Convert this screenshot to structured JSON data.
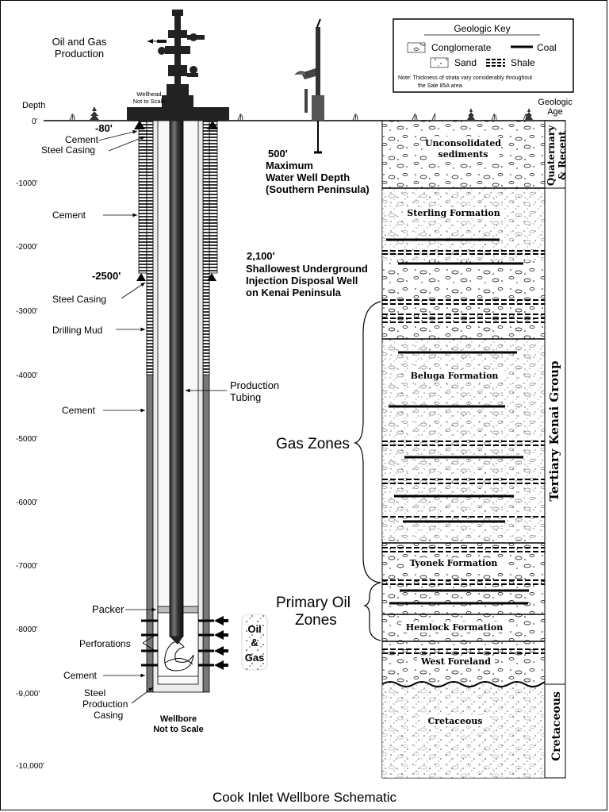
{
  "title": "Cook Inlet Wellbore Schematic",
  "key": {
    "title": "Geologic Key",
    "items": [
      "Conglomerate",
      "Coal",
      "Sand",
      "Shale"
    ],
    "note_line1": "Note:  Thickness of strata vary considerably throughout",
    "note_line2": "the Sale 85A area."
  },
  "depth_axis": {
    "title": "Depth",
    "ticks": [
      "0'",
      "-1000'",
      "-2000'",
      "-3000'",
      "-4000'",
      "-5000'",
      "-6000'",
      "-7000'",
      "-8000'",
      "-9,000'",
      "-10,000'"
    ]
  },
  "geologic_age": {
    "title_line1": "Geologic",
    "title_line2": "Age",
    "quaternary": "Quaternary",
    "recent": "& Recent",
    "tertiary": "Tertiary Kenai Group",
    "cretaceous": "Cretaceous"
  },
  "formations": [
    "Unconsolidated",
    "sediments",
    "Sterling Formation",
    "Beluga Formation",
    "Tyonek Formation",
    "Hemlock Formation",
    "West Foreland",
    "Cretaceous"
  ],
  "well_labels": {
    "production_line1": "Oil and Gas",
    "production_line2": "Production",
    "wellhead_line1": "Wellhead",
    "wellhead_line2": "Not to Scale",
    "depth_80": "-80'",
    "cement1": "Cement",
    "steel_casing1": "Steel Casing",
    "cement2": "Cement",
    "depth_2500": "-2500'",
    "steel_casing2": "Steel Casing",
    "drilling_mud": "Drilling Mud",
    "production_tubing_line1": "Production",
    "production_tubing_line2": "Tubing",
    "cement3": "Cement",
    "packer": "Packer",
    "perforations": "Perforations",
    "cement4": "Cement",
    "steel_prod_line1": "Steel",
    "steel_prod_line2": "Production",
    "steel_prod_line3": "Casing",
    "wellbore_line1": "Wellbore",
    "wellbore_line2": "Not to Scale",
    "oil": "Oil",
    "amp": "&",
    "gas": "Gas"
  },
  "water_well": {
    "depth": "500'",
    "line1": "Maximum",
    "line2": "Water Well Depth",
    "line3": "(Southern Peninsula)"
  },
  "injection": {
    "depth": "2,100'",
    "line1": "Shallowest Underground",
    "line2": "Injection Disposal Well",
    "line3": "on Kenai Peninsula"
  },
  "zones": {
    "gas": "Gas Zones",
    "oil_line1": "Primary Oil",
    "oil_line2": "Zones"
  }
}
